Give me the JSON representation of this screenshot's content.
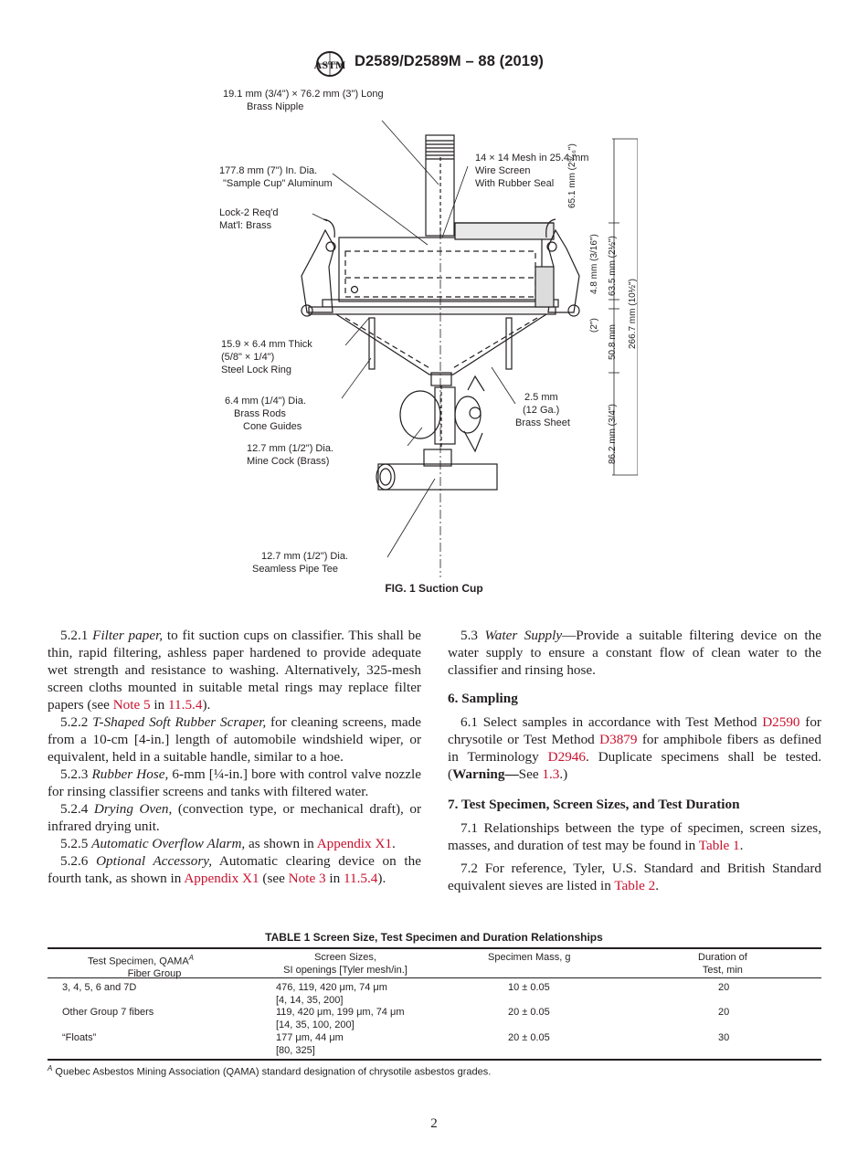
{
  "header": {
    "designation": "D2589/D2589M – 88 (2019)",
    "logo_icon": "astm-logo-icon"
  },
  "figure": {
    "caption": "FIG. 1  Suction Cup",
    "labels": {
      "nipple_1": "19.1 mm (3/4\") × 76.2 mm (3\") Long",
      "nipple_2": "Brass Nipple",
      "cup_1": "177.8 mm (7\") In. Dia.",
      "cup_2": "\"Sample Cup\" Aluminum",
      "lock_1": "Lock-2 Req'd",
      "lock_2": "Mat'l: Brass",
      "mesh_1": "14 × 14 Mesh in 25.4 mm",
      "mesh_2": "Wire Screen",
      "mesh_3": "With Rubber Seal",
      "ring_1": "15.9 × 6.4 mm Thick",
      "ring_2": "(5/8\" × 1/4\")",
      "ring_3": "Steel Lock Ring",
      "rods_1": "6.4 mm (1/4\") Dia.",
      "rods_2": "Brass Rods",
      "rods_3": "Cone Guides",
      "sheet_1": "2.5 mm",
      "sheet_2": "(12 Ga.)",
      "sheet_3": "Brass Sheet",
      "cock_1": "12.7 mm (1/2\") Dia.",
      "cock_2": "Mine Cock (Brass)",
      "tee_1": "12.7 mm (1/2\") Dia.",
      "tee_2": "Seamless Pipe Tee"
    },
    "dimensions": {
      "d_65": "65.1 mm (2⁹⁄₁₆\")",
      "d_4_8": "4.8 mm (3/16\")",
      "d_63_5": "63.5 mm (2½\")",
      "d_266": "266.7 mm (10½\")",
      "d_50_8": "50.8 mm",
      "d_2in": "(2\")",
      "d_86": "86.2 mm (3/4\")"
    }
  },
  "left_column": {
    "p1": {
      "num": "5.2.1",
      "title": "Filter paper,",
      "text_a": " to fit suction cups on classifier. This shall be thin, rapid filtering, ashless paper hardened to provide adequate wet strength and resistance to washing. Alternatively, 325-mesh screen cloths mounted in suitable metal rings may replace filter papers (see ",
      "ref1": "Note 5",
      "text_b": " in ",
      "ref2": "11.5.4",
      "text_c": ")."
    },
    "p2": {
      "num": "5.2.2",
      "title": "T-Shaped Soft Rubber Scraper,",
      "text": " for cleaning screens, made from a 10-cm [4-in.] length of automobile windshield wiper, or equivalent, held in a suitable handle, similar to a hoe."
    },
    "p3": {
      "num": "5.2.3",
      "title": "Rubber Hose,",
      "text": " 6-mm [¼-in.] bore with control valve nozzle for rinsing classifier screens and tanks with filtered water."
    },
    "p4": {
      "num": "5.2.4",
      "title": "Drying Oven,",
      "text": " (convection type, or mechanical draft), or infrared drying unit."
    },
    "p5": {
      "num": "5.2.5",
      "title": "Automatic Overflow Alarm,",
      "text": " as shown in ",
      "ref": "Appendix X1",
      "end": "."
    },
    "p6": {
      "num": "5.2.6",
      "title": "Optional Accessory,",
      "text_a": " Automatic clearing device on the fourth tank, as shown in ",
      "ref1": "Appendix X1",
      "text_b": " (see ",
      "ref2": "Note 3",
      "text_c": " in ",
      "ref3": "11.5.4",
      "text_d": ")."
    }
  },
  "right_column": {
    "p53": {
      "num": "5.3",
      "title": "Water Supply",
      "text": "—Provide a suitable filtering device on the water supply to ensure a constant flow of clean water to the classifier and rinsing hose."
    },
    "h6": "6. Sampling",
    "p61": {
      "text_a": "6.1 Select samples in accordance with Test Method ",
      "ref1": "D2590",
      "text_b": " for chrysotile or Test Method ",
      "ref2": "D3879",
      "text_c": " for amphibole fibers as defined in Terminology ",
      "ref3": "D2946",
      "text_d": ". Duplicate specimens shall be tested. (",
      "warning": "Warning—",
      "text_e": "See ",
      "ref4": "1.3",
      "text_f": ".)"
    },
    "h7": "7. Test Specimen, Screen Sizes, and Test Duration",
    "p71": {
      "text_a": "7.1 Relationships between the type of specimen, screen sizes, masses, and duration of test may be found in ",
      "ref": "Table 1",
      "end": "."
    },
    "p72": {
      "text_a": "7.2 For reference, Tyler, U.S. Standard and British Standard equivalent sieves are listed in ",
      "ref": "Table 2",
      "end": "."
    }
  },
  "table": {
    "title": "TABLE 1 Screen Size, Test Specimen and Duration Relationships",
    "headers": {
      "c1_l1": "Test Specimen, QAMA",
      "c1_sup": "A",
      "c1_l2": "Fiber Group",
      "c2_l1": "Screen Sizes,",
      "c2_l2": "SI openings [Tyler mesh/in.]",
      "c3_l1": "Specimen Mass, g",
      "c4_l1": "Duration of",
      "c4_l2": "Test, min"
    },
    "rows": [
      {
        "specimen": "3, 4, 5, 6 and 7D",
        "si": "476, 119, 420 μm, 74 μm",
        "tyler": "[4, 14, 35, 200]",
        "mass": "10 ± 0.05",
        "duration": "20"
      },
      {
        "specimen": "Other Group 7 fibers",
        "si": "119, 420 μm, 199 μm, 74 μm",
        "tyler": "[14, 35, 100, 200]",
        "mass": "20 ± 0.05",
        "duration": "20"
      },
      {
        "specimen": "“Floats”",
        "si": "177 μm, 44 μm",
        "tyler": "[80, 325]",
        "mass": "20 ± 0.05",
        "duration": "30"
      }
    ],
    "footnote_sup": "A",
    "footnote": " Quebec Asbestos Mining Association (QAMA) standard designation of chrysotile asbestos grades."
  },
  "page_number": "2"
}
